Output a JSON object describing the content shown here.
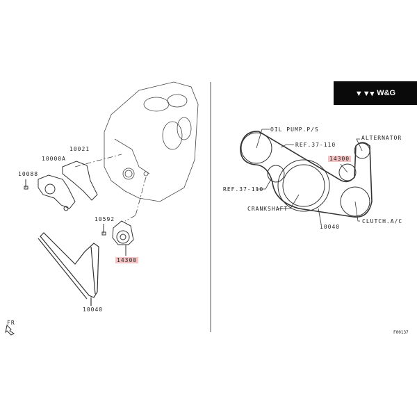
{
  "logo": {
    "icon": "triple-chevron-logo-icon",
    "text": "W&G"
  },
  "left_diagram": {
    "labels": {
      "p10021": "10021",
      "p10000A": "10000A",
      "p10088": "10088",
      "p10592": "10592",
      "p14300": "14300",
      "p10040": "10040",
      "fr": "FR"
    }
  },
  "right_diagram": {
    "labels": {
      "oil_pump": "OIL PUMP.P/S",
      "ref_top": "REF.37-110",
      "alternator": "ALTERNATOR",
      "p14300": "14300",
      "ref_left": "REF.37-110",
      "crankshaft": "CRANKSHAFT",
      "p10040": "10040",
      "clutch": "CLUTCH.A/C"
    }
  },
  "figure_code": "F00137",
  "highlight_color": "#f4c4c4"
}
